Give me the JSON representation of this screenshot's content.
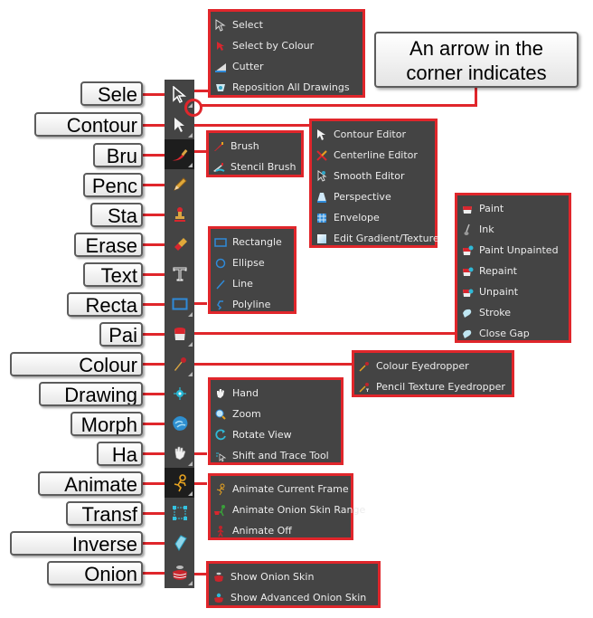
{
  "note": {
    "line1": "An arrow in the",
    "line2": "corner indicates"
  },
  "labels": [
    "Sele",
    "Contour",
    "Bru",
    "Penc",
    "Sta",
    "Erase",
    "Text",
    "Recta",
    "Pai",
    "Colour",
    "Drawing",
    "Morph",
    "Ha",
    "Animate",
    "Transf",
    "Inverse",
    "Onion"
  ],
  "toolbar": {
    "tools": [
      {
        "icon": "select-arrow-icon",
        "has_submenu": true
      },
      {
        "icon": "contour-editor-icon",
        "has_submenu": true
      },
      {
        "icon": "brush-icon",
        "has_submenu": true,
        "active": true
      },
      {
        "icon": "pencil-icon",
        "has_submenu": false
      },
      {
        "icon": "stamp-icon",
        "has_submenu": false
      },
      {
        "icon": "eraser-icon",
        "has_submenu": false
      },
      {
        "icon": "text-icon",
        "has_submenu": false
      },
      {
        "icon": "rectangle-icon",
        "has_submenu": true
      },
      {
        "icon": "paint-bucket-icon",
        "has_submenu": true
      },
      {
        "icon": "eyedropper-icon",
        "has_submenu": true
      },
      {
        "icon": "drawing-pivot-icon",
        "has_submenu": false
      },
      {
        "icon": "morph-icon",
        "has_submenu": false
      },
      {
        "icon": "hand-icon",
        "has_submenu": true
      },
      {
        "icon": "animate-icon",
        "has_submenu": true,
        "active": true
      },
      {
        "icon": "transform-icon",
        "has_submenu": false
      },
      {
        "icon": "inverse-kinematics-icon",
        "has_submenu": false
      },
      {
        "icon": "onion-skin-icon",
        "has_submenu": true
      }
    ]
  },
  "menus": {
    "select": [
      "Select",
      "Select by Colour",
      "Cutter",
      "Reposition All Drawings"
    ],
    "contour": [
      "Contour Editor",
      "Centerline Editor",
      "Smooth Editor",
      "Perspective",
      "Envelope",
      "Edit Gradient/Texture"
    ],
    "brush": [
      "Brush",
      "Stencil Brush"
    ],
    "shape": [
      "Rectangle",
      "Ellipse",
      "Line",
      "Polyline"
    ],
    "paint": [
      "Paint",
      "Ink",
      "Paint Unpainted",
      "Repaint",
      "Unpaint",
      "Stroke",
      "Close Gap"
    ],
    "eyedropper": [
      "Colour Eyedropper",
      "Pencil Texture Eyedropper"
    ],
    "hand": [
      "Hand",
      "Zoom",
      "Rotate View",
      "Shift and Trace Tool"
    ],
    "animate": [
      "Animate Current Frame",
      "Animate Onion Skin Range",
      "Animate Off"
    ],
    "onion": [
      "Show Onion Skin",
      "Show Advanced Onion Skin"
    ]
  },
  "colors": {
    "accent": "#e0262b",
    "toolbar_bg": "#444444",
    "menu_text": "#ececec"
  }
}
